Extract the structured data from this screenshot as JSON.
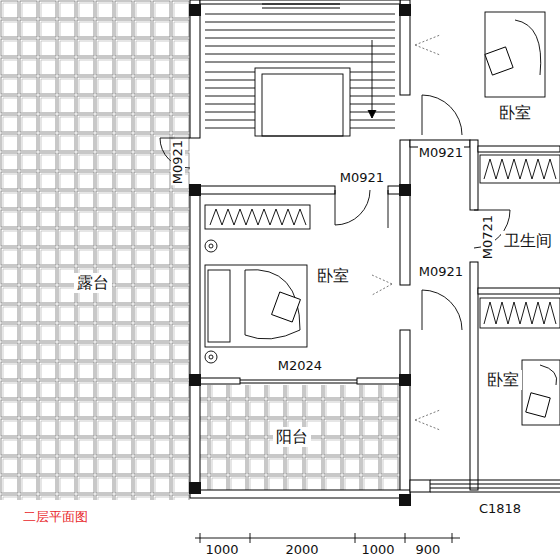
{
  "diagram": {
    "title": "二层平面图",
    "nodes": [
      {
        "text": [
          "卧室"
        ]
      },
      {
        "text": [
          "卫生间"
        ]
      },
      {
        "text": [
          "露台"
        ]
      },
      {
        "text": [
          "卧室"
        ]
      },
      {
        "text": [
          "阳台"
        ]
      },
      {
        "text": [
          "卧室"
        ]
      }
    ],
    "labels": [
      "M0921",
      "M0921",
      "M0921",
      "M0721",
      "M0921",
      "M2024",
      "C1818",
      "1000",
      "2000",
      "1000",
      "900"
    ]
  }
}
